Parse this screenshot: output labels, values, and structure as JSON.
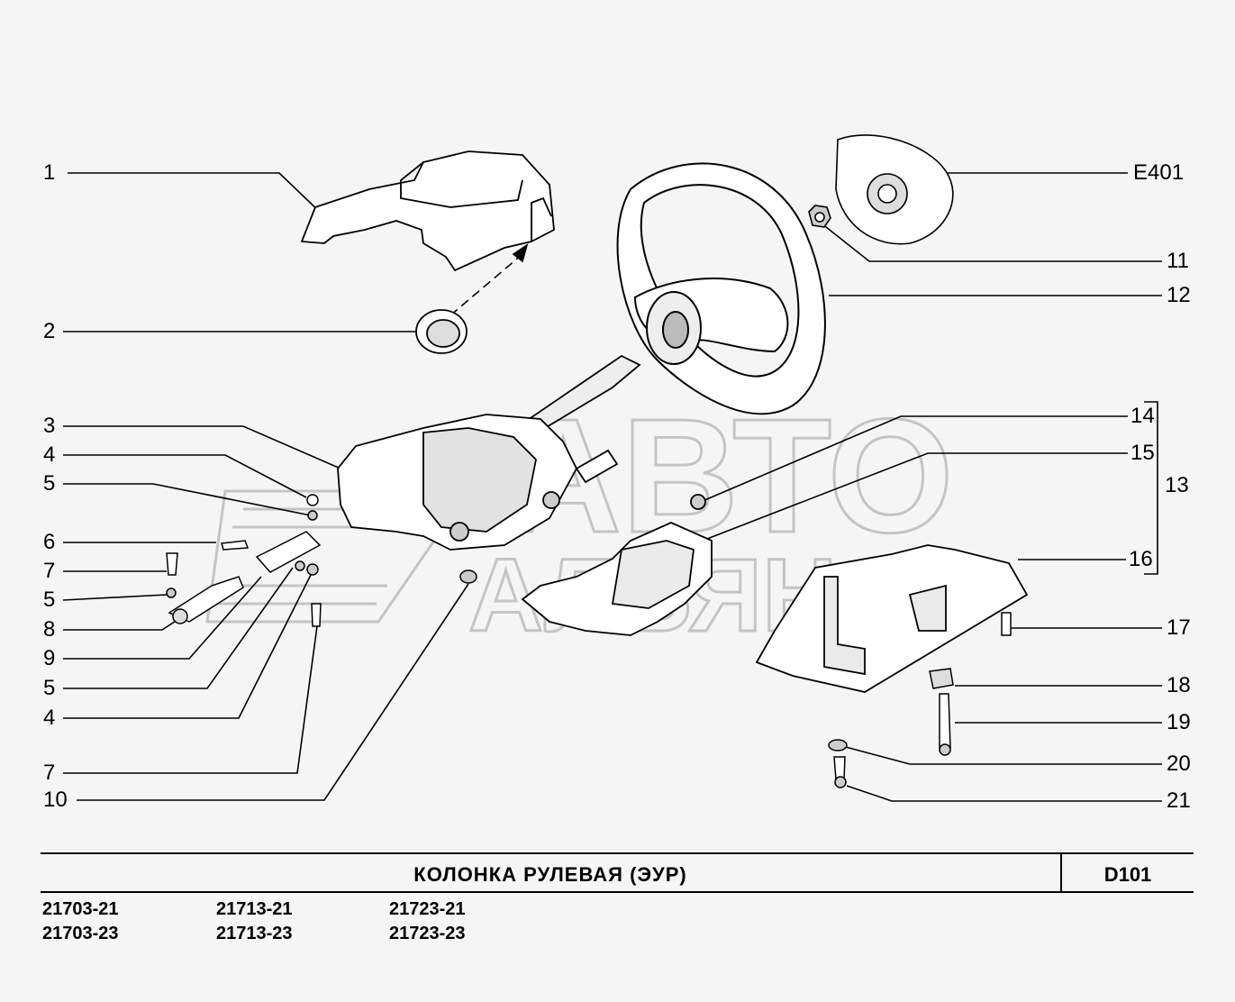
{
  "title": "КОЛОНКА  РУЛЕВАЯ  (ЭУР)",
  "code": "D101",
  "watermark": {
    "line1": "АВТО",
    "line2": "АЛЬЯНС"
  },
  "callouts_left": [
    "1",
    "2",
    "3",
    "4",
    "5",
    "6",
    "7",
    "5",
    "8",
    "9",
    "5",
    "4",
    "7",
    "10"
  ],
  "callouts_right": [
    "E401",
    "11",
    "12",
    "14",
    "15",
    "13",
    "16",
    "17",
    "18",
    "19",
    "20",
    "21"
  ],
  "models": [
    [
      "21703-21",
      "21713-21",
      "21723-21"
    ],
    [
      "21703-23",
      "21713-23",
      "21723-23"
    ]
  ]
}
